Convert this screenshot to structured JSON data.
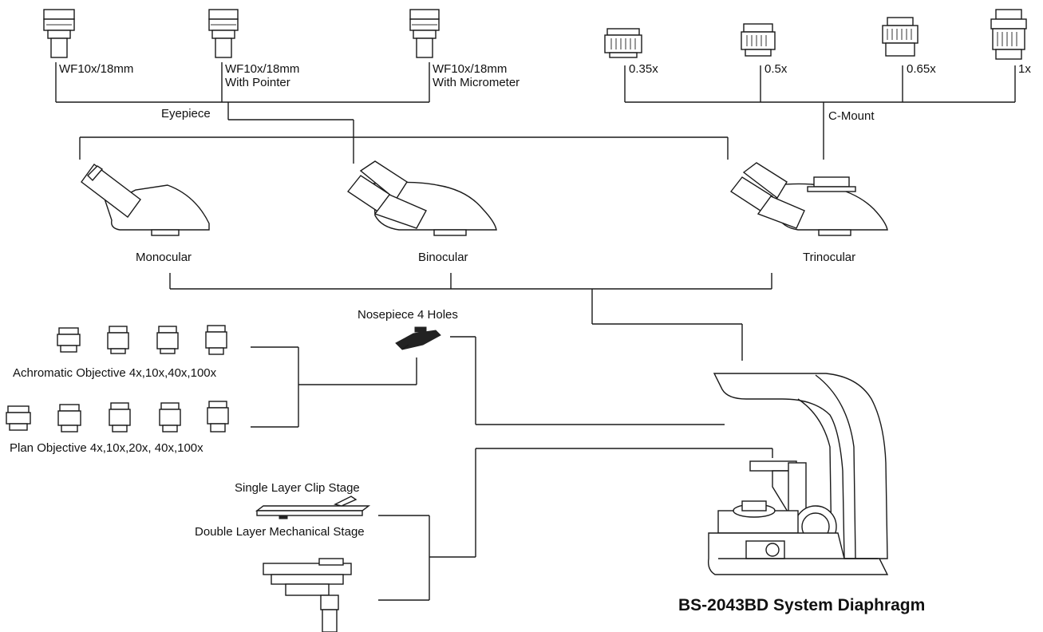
{
  "eyepieces": {
    "items": [
      "WF10x/18mm",
      "WF10x/18mm\nWith Pointer",
      "WF10x/18mm\nWith Micrometer"
    ],
    "group_label": "Eyepiece"
  },
  "c_mount": {
    "items": [
      "0.35x",
      "0.5x",
      "0.65x",
      "1x"
    ],
    "group_label": "C-Mount"
  },
  "heads": [
    "Monocular",
    "Binocular",
    "Trinocular"
  ],
  "nosepiece": "Nosepiece 4 Holes",
  "objectives": {
    "achromatic": "Achromatic Objective 4x,10x,40x,100x",
    "plan": "Plan Objective 4x,10x,20x, 40x,100x"
  },
  "stages": {
    "single": "Single Layer Clip Stage",
    "double": "Double Layer Mechanical Stage"
  },
  "title": "BS-2043BD System Diaphragm"
}
